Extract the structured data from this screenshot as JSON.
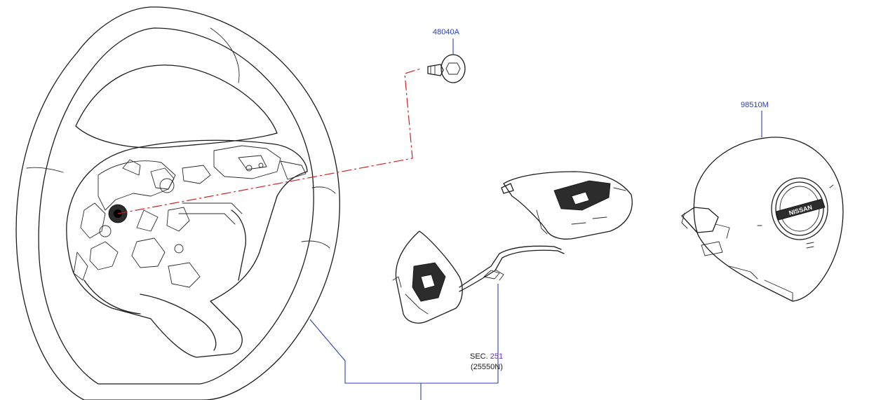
{
  "callouts": {
    "bolt": "48040A",
    "airbag": "98510M",
    "switch_section_word": "SEC.",
    "switch_section_number": "251",
    "switch_subpart": "(25550N)"
  },
  "colors": {
    "part_number": "#2b3fb8",
    "section_number": "#7a28c8",
    "centerline": "#d21f1f",
    "line_art": "#1c1c1c"
  },
  "emblem": {
    "brand_text": "NISSAN"
  }
}
